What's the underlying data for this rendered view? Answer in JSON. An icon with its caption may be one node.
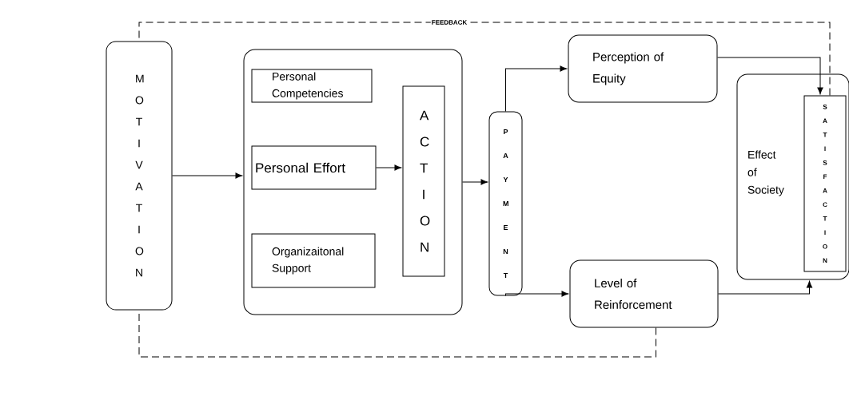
{
  "diagram": {
    "nodes": [
      {
        "text": [
          "M O T I V A T I O N"
        ]
      },
      {
        "text": [],
        "shape": "box"
      },
      {
        "text": [
          "Personal Competencies"
        ],
        "in": 1
      },
      {
        "text": [
          "Personal Effort"
        ],
        "in": 1
      },
      {
        "text": [
          "Organizaitonal Support"
        ],
        "in": 1
      },
      {
        "text": [
          "A C T I O N"
        ],
        "in": 1
      },
      {
        "text": [
          "P A Y M E N T"
        ]
      },
      {
        "text": [
          "Perception of Equity"
        ]
      },
      {
        "text": [
          "Level of Reinforcement"
        ]
      },
      {
        "text": [
          "Effect of Society"
        ]
      },
      {
        "text": [
          "S A T I S F A C T I O N"
        ],
        "in": 9
      }
    ],
    "edges": [
      {
        "from": 0,
        "to": 1,
        "arrow": "to"
      },
      {
        "from": 3,
        "to": 5,
        "arrow": "to"
      },
      {
        "from": 1,
        "to": 6,
        "arrow": "to"
      },
      {
        "from": 6,
        "to": 7,
        "arrow": "to"
      },
      {
        "from": 6,
        "to": 8,
        "arrow": "to"
      },
      {
        "from": 7,
        "to": 10,
        "arrow": "to"
      },
      {
        "from": 8,
        "to": 9,
        "arrow": "to"
      },
      {
        "from": 10,
        "to": 0,
        "arrow": "none",
        "style": "dashed",
        "label": "FEEDBACK"
      },
      {
        "from": 8,
        "to": 0,
        "arrow": "none",
        "style": "dashed"
      }
    ]
  }
}
